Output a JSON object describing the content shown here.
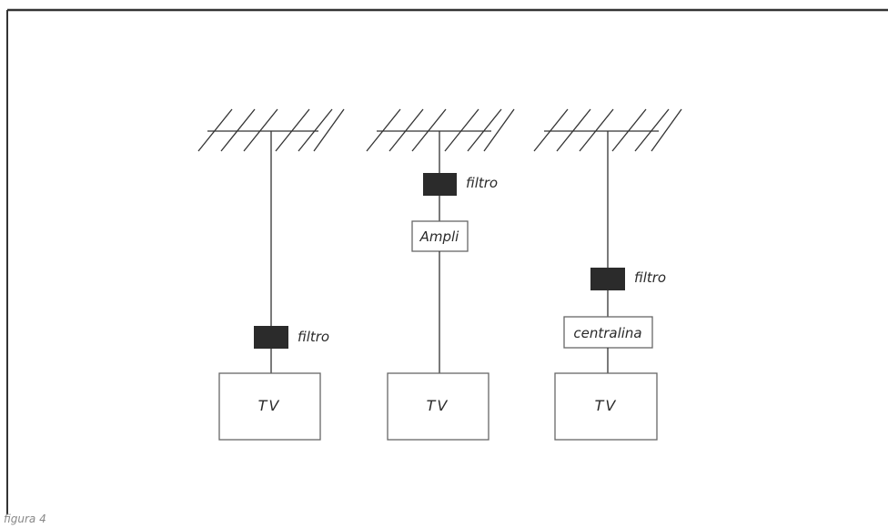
{
  "figure": {
    "caption": "figura 4"
  },
  "columns": [
    {
      "filter_label": "filtro",
      "tv_label": "TV"
    },
    {
      "filter_label": "filtro",
      "amp_label": "Ampli",
      "tv_label": "TV"
    },
    {
      "filter_label": "filtro",
      "box_label": "centralina",
      "tv_label": "TV"
    }
  ],
  "colors": {
    "line": "#333333",
    "filter_fill": "#2b2b2b",
    "box_stroke": "#666666",
    "frame": "#333333"
  }
}
